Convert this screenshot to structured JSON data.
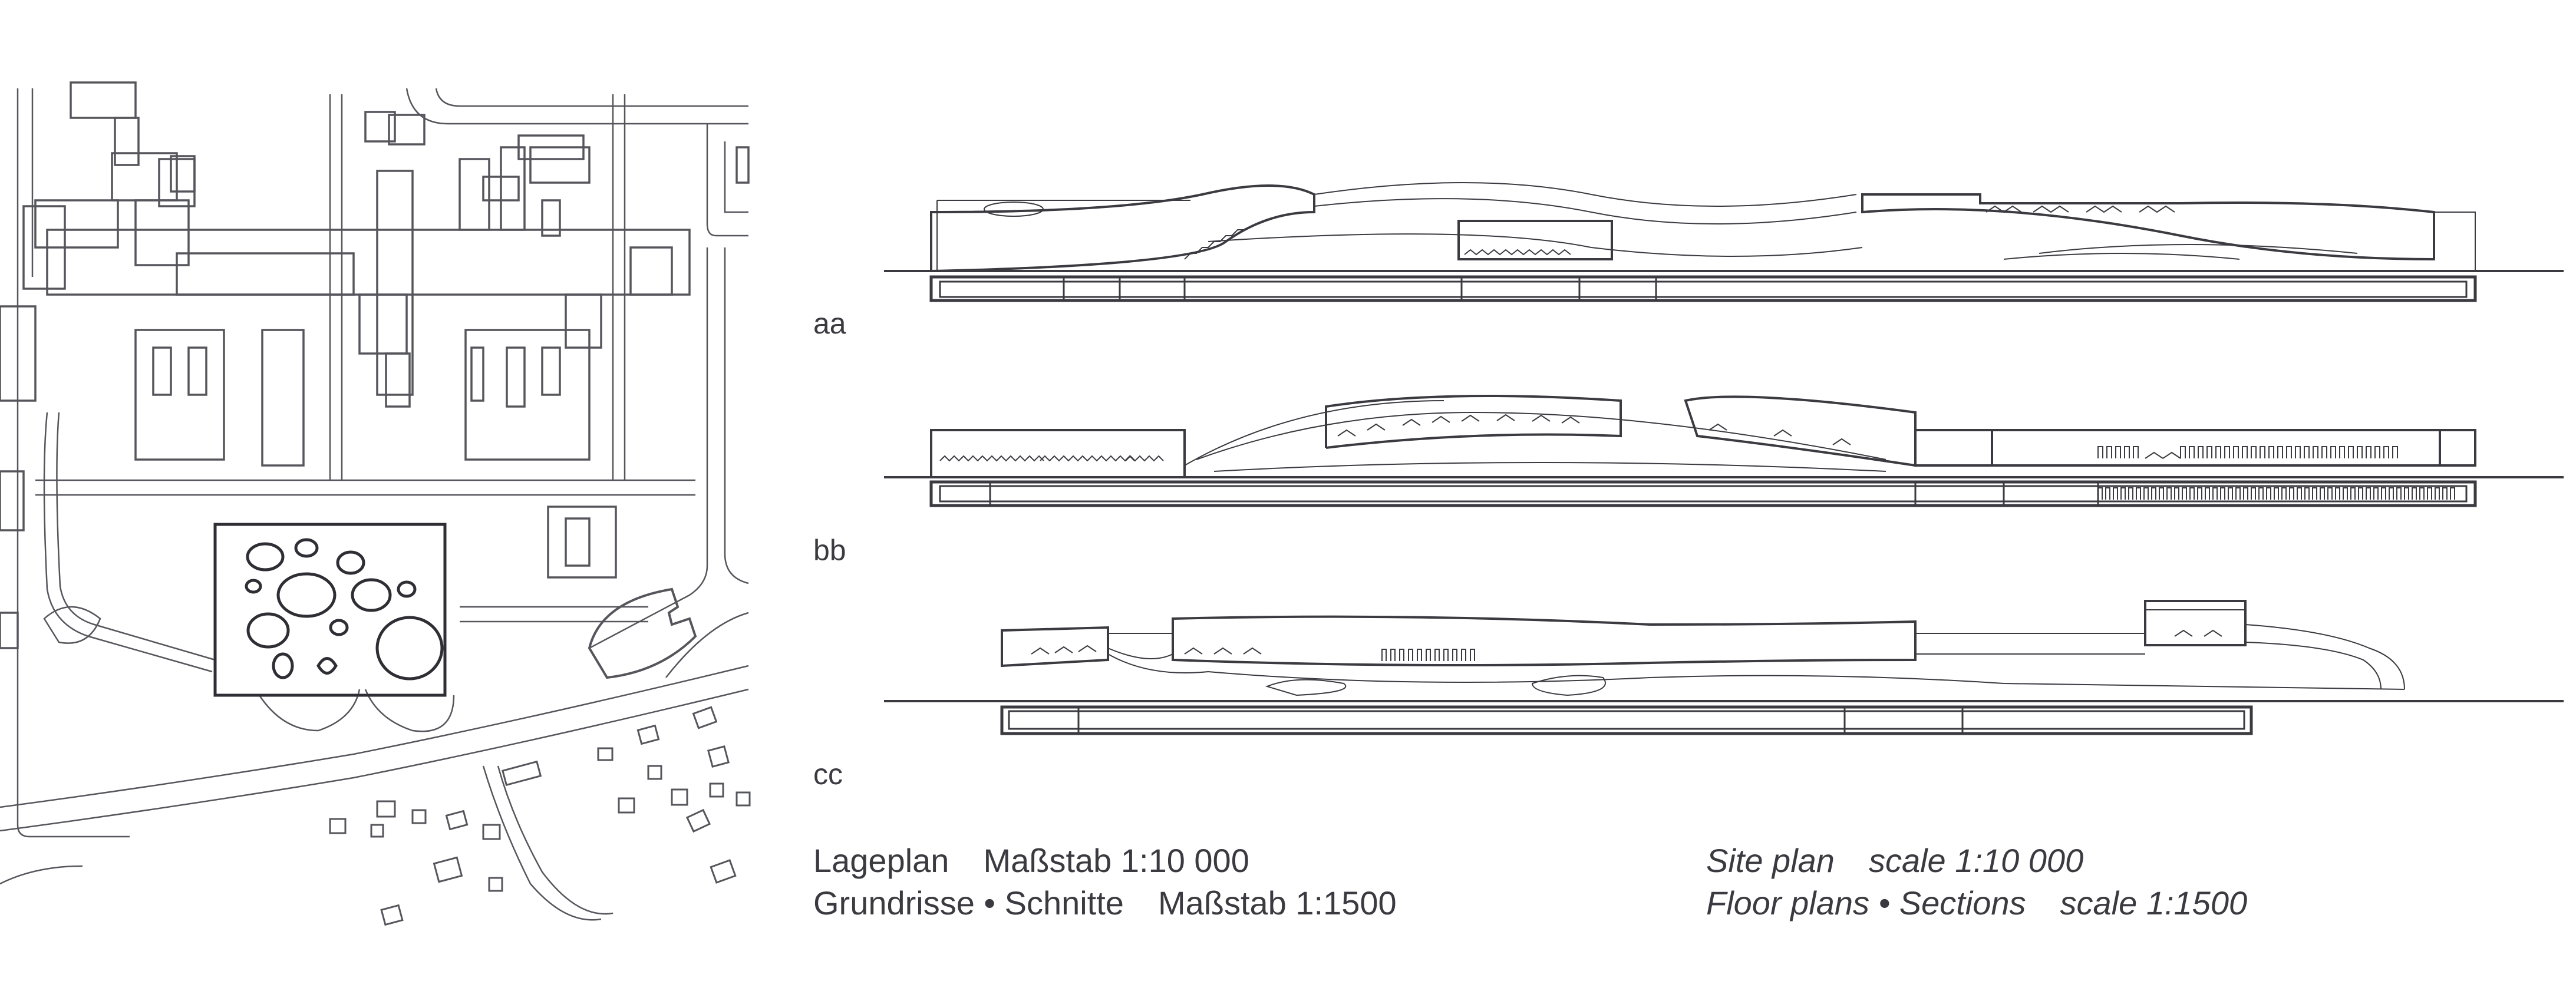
{
  "sections": {
    "aa": {
      "label": "aa"
    },
    "bb": {
      "label": "bb"
    },
    "cc": {
      "label": "cc"
    }
  },
  "captions": {
    "de": {
      "site_plan": "Lageplan",
      "site_plan_scale": "Maßstab 1:10 000",
      "floor_plans": "Grundrisse • Schnitte",
      "floor_plans_scale": "Maßstab 1:1500"
    },
    "en": {
      "site_plan": "Site plan",
      "site_plan_scale": "scale 1:10 000",
      "floor_plans": "Floor plans • Sections",
      "floor_plans_scale": "scale 1:1500"
    }
  },
  "colors": {
    "line": "#3a3a40",
    "background": "#ffffff"
  }
}
